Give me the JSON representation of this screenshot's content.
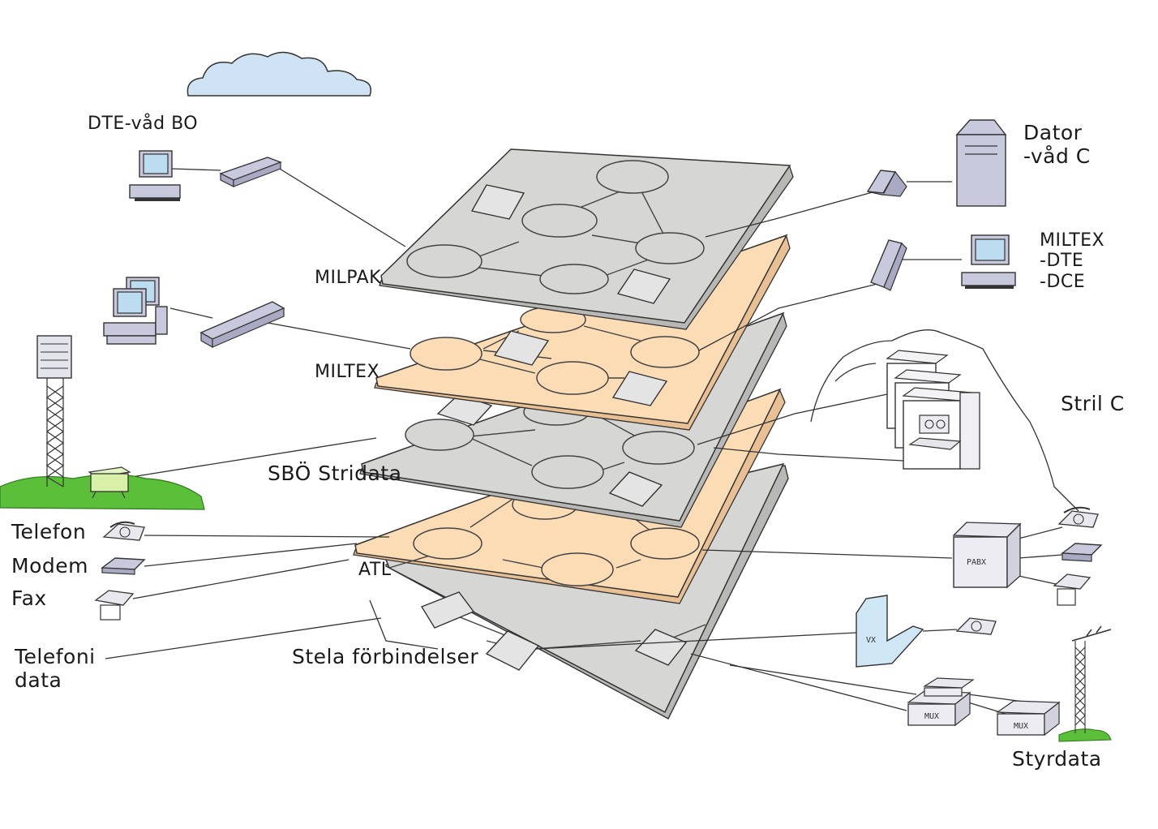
{
  "layers": {
    "milpak": "MILPAK",
    "miltex": "MILTEX",
    "stridata": "SBÖ Stridata",
    "atl": "ATL",
    "stela": "Stela förbindelser"
  },
  "labels": {
    "dte_bo": "DTE-våd BO",
    "dator": "Dator\n-våd C",
    "miltex_dte": "MILTEX\n-DTE\n-DCE",
    "stril": "Stril C",
    "telefon": "Telefon",
    "modem": "Modem",
    "fax": "Fax",
    "telefoni_data": "Telefoni\ndata",
    "styrdata": "Styrdata"
  },
  "device_text": {
    "pabx": "PABX",
    "vx": "VX",
    "mux1": "MUX",
    "mux2": "MUX"
  },
  "colors": {
    "gray_layer": "#d6d6d4",
    "peach_layer": "#fbdcb4",
    "device": "#c9c9dd",
    "cloud": "#cfe3f5",
    "grass": "#5cbf3a",
    "screen": "#bcdcf0"
  }
}
